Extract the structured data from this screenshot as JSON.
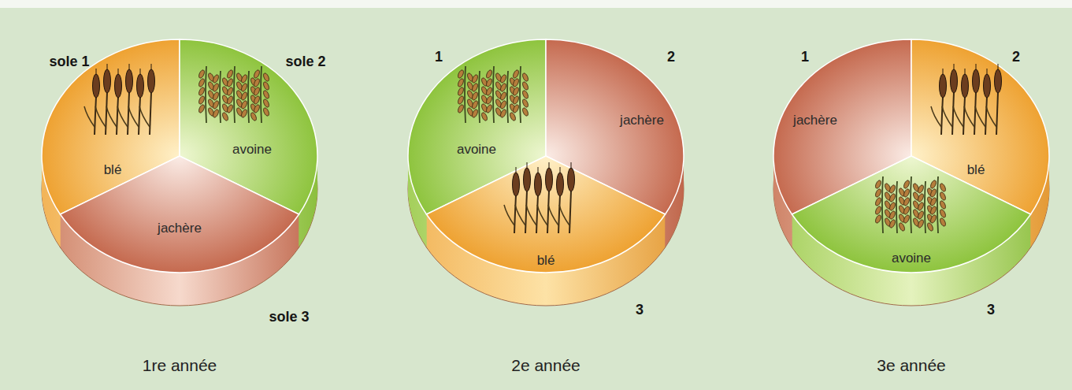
{
  "diagram": {
    "nodes": [
      {
        "text": [
          "1re année"
        ]
      },
      {
        "text": [
          "blé"
        ],
        "in": 0
      },
      {
        "text": [
          "avoine"
        ],
        "in": 0
      },
      {
        "text": [
          "jachère"
        ],
        "in": 0
      },
      {
        "text": [
          "2e année"
        ]
      },
      {
        "text": [
          "avoine"
        ],
        "in": 4
      },
      {
        "text": [
          "jachère"
        ],
        "in": 4
      },
      {
        "text": [
          "blé"
        ],
        "in": 4
      },
      {
        "text": [
          "3e année"
        ]
      },
      {
        "text": [
          "jachère"
        ],
        "in": 8
      },
      {
        "text": [
          "blé"
        ],
        "in": 8
      },
      {
        "text": [
          "avoine"
        ],
        "in": 8
      }
    ],
    "labels": [
      "sole 1",
      "sole 2",
      "sole 3",
      "1",
      "2",
      "3",
      "1",
      "2",
      "3"
    ]
  }
}
